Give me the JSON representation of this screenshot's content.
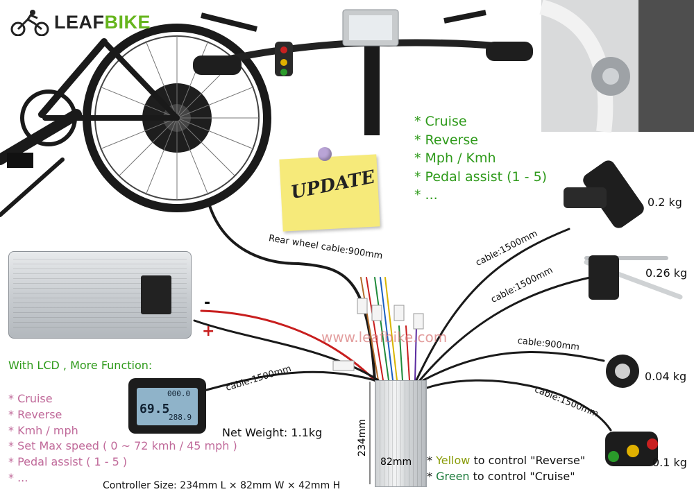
{
  "brand": {
    "name_part1": "LEAF",
    "name_part2": "BIKE",
    "accent": "#66b51d"
  },
  "features_top": [
    "* Cruise",
    "* Reverse",
    "* Mph / Kmh",
    "* Pedal assist (1 - 5)",
    "* ..."
  ],
  "update_note": "UPDATE",
  "lcd_section": {
    "title": "With LCD , More Function:",
    "items": [
      "* Cruise",
      "* Reverse",
      "* Kmh / mph",
      "* Set Max speed ( 0 ~ 72 kmh / 45 mph )",
      "* Pedal assist ( 1 - 5 )",
      "* ..."
    ]
  },
  "cables": {
    "rear_wheel": "Rear wheel cable:900mm",
    "throttle": "cable:1500mm",
    "brake": "cable:1500mm",
    "pas": "cable:900mm",
    "switch": "cable:1500mm",
    "lcd": "cable:1500mm"
  },
  "weights": {
    "throttle": "0.2 kg",
    "brake": "0.26 kg",
    "pas": "0.04 kg",
    "switch": "0.1 kg",
    "controller": "Net Weight: 1.1kg"
  },
  "battery_terminals": {
    "minus": "-",
    "plus": "+"
  },
  "watermark": "www.leafbike.com",
  "controller_dims": {
    "height": "234mm",
    "width": "82mm"
  },
  "controller_size": "Controller Size: 234mm L × 82mm W × 42mm H",
  "switch_notes": {
    "line1_prefix": "* ",
    "line1_color": "Yellow",
    "line1_rest": " to control \"Reverse\"",
    "line2_prefix": "* ",
    "line2_color": "Green",
    "line2_rest": " to control \"Cruise\""
  },
  "lcd_screen": {
    "speed": "69.5",
    "odo": "000.0",
    "trip": "288.9"
  }
}
